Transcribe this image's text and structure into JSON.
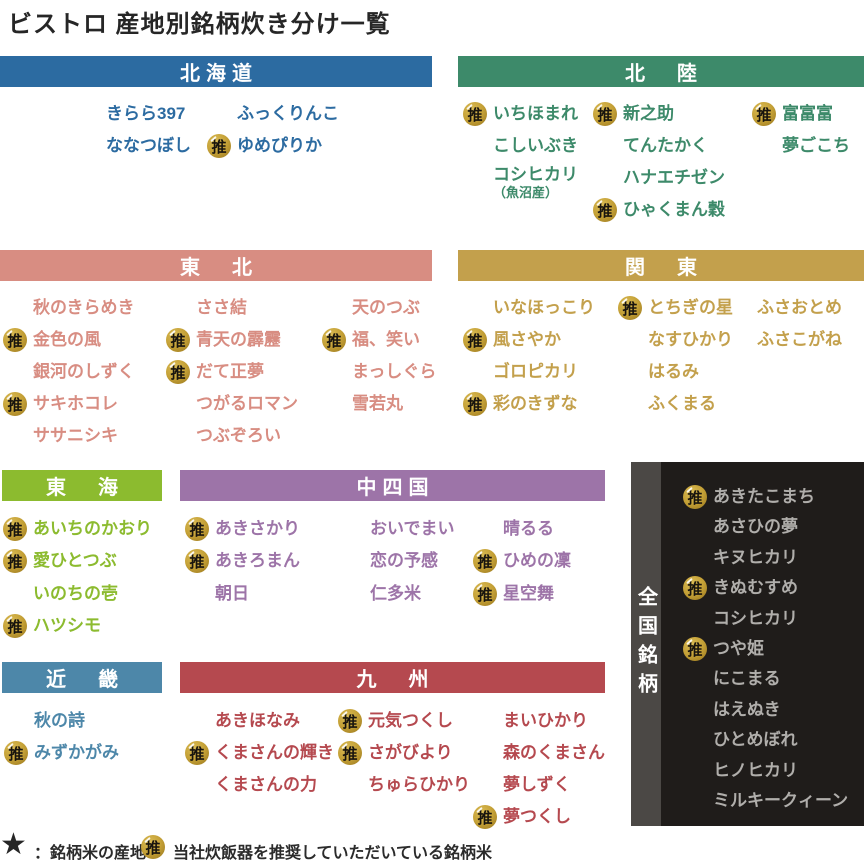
{
  "title": "ビストロ 産地別銘柄炊き分け一覧",
  "badge_label": "推",
  "regions": [
    {
      "id": "hokkaido",
      "name": "北海道",
      "color": "#2c6ba1",
      "rows": [
        [
          {
            "label": "きらら397"
          },
          {
            "label": "ふっくりんこ"
          }
        ],
        [
          {
            "label": "ななつぼし"
          },
          {
            "label": "ゆめぴりか",
            "badge": true
          }
        ]
      ]
    },
    {
      "id": "hokuriku",
      "name": "北　陸",
      "color": "#3d8a6a",
      "rows": [
        [
          {
            "label": "いちほまれ",
            "badge": true
          },
          {
            "label": "新之助",
            "badge": true
          },
          {
            "label": "富富富",
            "badge": true
          }
        ],
        [
          {
            "label": "こしいぶき"
          },
          {
            "label": "てんたかく"
          },
          {
            "label": "夢ごこち"
          }
        ],
        [
          {
            "label": "コシヒカリ",
            "sub": "（魚沼産）"
          },
          {
            "label": "ハナエチゼン"
          },
          null
        ],
        [
          null,
          {
            "label": "ひゃくまん穀",
            "badge": true
          },
          null
        ]
      ]
    },
    {
      "id": "tohoku",
      "name": "東　北",
      "color": "#d88d82",
      "rows": [
        [
          {
            "label": "秋のきらめき"
          },
          {
            "label": "ささ結"
          },
          {
            "label": "天のつぶ"
          }
        ],
        [
          {
            "label": "金色の風",
            "badge": true
          },
          {
            "label": "青天の霹靂",
            "badge": true
          },
          {
            "label": "福、笑い",
            "badge": true
          }
        ],
        [
          {
            "label": "銀河のしずく"
          },
          {
            "label": "だて正夢",
            "badge": true
          },
          {
            "label": "まっしぐら"
          }
        ],
        [
          {
            "label": "サキホコレ",
            "badge": true
          },
          {
            "label": "つがるロマン"
          },
          {
            "label": "雪若丸"
          }
        ],
        [
          {
            "label": "ササニシキ"
          },
          {
            "label": "つぶぞろい"
          },
          null
        ]
      ]
    },
    {
      "id": "kanto",
      "name": "関　東",
      "color": "#c3a04c",
      "rows": [
        [
          {
            "label": "いなほっこり"
          },
          {
            "label": "とちぎの星",
            "badge": true
          },
          {
            "label": "ふさおとめ"
          }
        ],
        [
          {
            "label": "風さやか",
            "badge": true
          },
          {
            "label": "なすひかり"
          },
          {
            "label": "ふさこがね"
          }
        ],
        [
          {
            "label": "ゴロピカリ"
          },
          {
            "label": "はるみ"
          },
          null
        ],
        [
          {
            "label": "彩のきずな",
            "badge": true
          },
          {
            "label": "ふくまる"
          },
          null
        ]
      ]
    },
    {
      "id": "tokai",
      "name": "東　海",
      "color": "#8cbb2f",
      "rows": [
        [
          {
            "label": "あいちのかおり",
            "badge": true
          }
        ],
        [
          {
            "label": "愛ひとつぶ",
            "badge": true
          }
        ],
        [
          {
            "label": "いのちの壱"
          }
        ],
        [
          {
            "label": "ハツシモ",
            "badge": true
          }
        ]
      ]
    },
    {
      "id": "chushikoku",
      "name": "中四国",
      "color": "#9d74a8",
      "rows": [
        [
          {
            "label": "あきさかり",
            "badge": true
          },
          {
            "label": "おいでまい"
          },
          {
            "label": "晴るる"
          }
        ],
        [
          {
            "label": "あきろまん",
            "badge": true
          },
          {
            "label": "恋の予感"
          },
          {
            "label": "ひめの凜",
            "badge": true
          }
        ],
        [
          {
            "label": "朝日"
          },
          {
            "label": "仁多米"
          },
          {
            "label": "星空舞",
            "badge": true
          }
        ]
      ]
    },
    {
      "id": "kinki",
      "name": "近　畿",
      "color": "#4d87a9",
      "rows": [
        [
          {
            "label": "秋の詩"
          }
        ],
        [
          {
            "label": "みずかがみ",
            "badge": true
          }
        ]
      ]
    },
    {
      "id": "kyushu",
      "name": "九　州",
      "color": "#b5494f",
      "rows": [
        [
          {
            "label": "あきほなみ"
          },
          {
            "label": "元気つくし",
            "badge": true
          },
          {
            "label": "まいひかり"
          }
        ],
        [
          {
            "label": "くまさんの輝き",
            "badge": true
          },
          {
            "label": "さがびより",
            "badge": true
          },
          {
            "label": "森のくまさん"
          }
        ],
        [
          {
            "label": "くまさんの力"
          },
          {
            "label": "ちゅらひかり"
          },
          {
            "label": "夢しずく"
          }
        ],
        [
          null,
          null,
          {
            "label": "夢つくし",
            "badge": true
          }
        ]
      ]
    }
  ],
  "national": {
    "name": "全国銘柄",
    "panel_color": "#1f1c1a",
    "strip_color": "#4b4845",
    "text_color": "#b0aeab",
    "items": [
      {
        "label": "あきたこまち",
        "badge": true
      },
      {
        "label": "あさひの夢"
      },
      {
        "label": "キヌヒカリ"
      },
      {
        "label": "きぬむすめ",
        "badge": true
      },
      {
        "label": "コシヒカリ"
      },
      {
        "label": "つや姫",
        "badge": true
      },
      {
        "label": "にこまる"
      },
      {
        "label": "はえぬき"
      },
      {
        "label": "ひとめぼれ"
      },
      {
        "label": "ヒノヒカリ"
      },
      {
        "label": "ミルキークィーン"
      }
    ]
  },
  "legend": {
    "star_icon": "★",
    "star_note": "：銘柄米の産地",
    "badge_note": "当社炊飯器を推奨していただいている銘柄米"
  }
}
